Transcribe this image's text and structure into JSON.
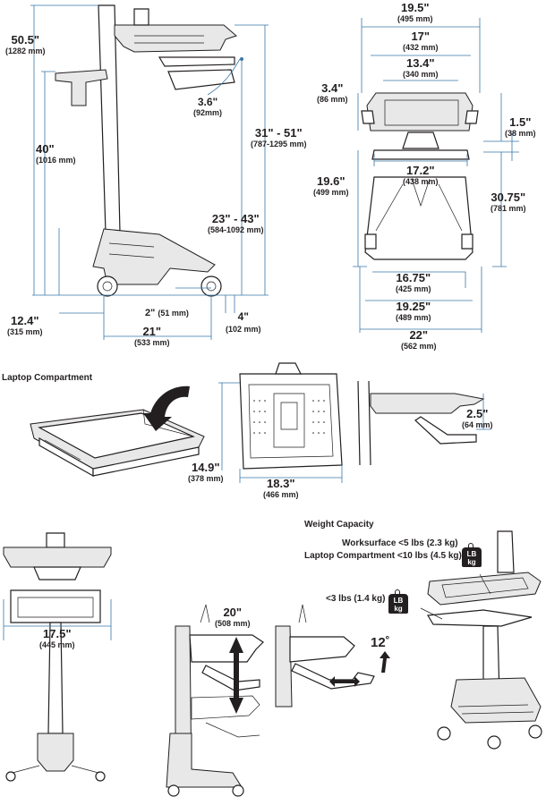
{
  "colors": {
    "dimension_line": "#3a78a8",
    "outline": "#231f20",
    "fill": "#e8e8e8"
  },
  "section_titles": {
    "laptop_compartment": "Laptop Compartment",
    "weight_capacity": "Weight Capacity"
  },
  "side_view": {
    "total_height": {
      "in": "50.5\"",
      "mm": "(1282 mm)"
    },
    "handle_height": {
      "in": "40\"",
      "mm": "(1016 mm)"
    },
    "tray_drop": {
      "in": "3.6\"",
      "mm": "(92mm)"
    },
    "worksurface_range": {
      "in": "31\" - 51\"",
      "mm": "(787-1295 mm)"
    },
    "keyboard_range": {
      "in": "23\" - 43\"",
      "mm": "(584-1092 mm)"
    },
    "wheel_offset": {
      "in": "2\"",
      "mm": "(51 mm)"
    },
    "rear_offset": {
      "in": "4\"",
      "mm": "(102 mm)"
    },
    "front_offset": {
      "in": "12.4\"",
      "mm": "(315 mm)"
    },
    "base_depth": {
      "in": "21\"",
      "mm": "(533 mm)"
    }
  },
  "front_view": {
    "outer_width": {
      "in": "19.5\"",
      "mm": "(495 mm)"
    },
    "width_17": {
      "in": "17\"",
      "mm": "(432 mm)"
    },
    "width_13_4": {
      "in": "13.4\"",
      "mm": "(340 mm)"
    },
    "rim_height": {
      "in": "3.4\"",
      "mm": "(86 mm)"
    },
    "tray_thickness": {
      "in": "1.5\"",
      "mm": "(38 mm)"
    },
    "tray_width": {
      "in": "17.2\"",
      "mm": "(438 mm)"
    },
    "column_height": {
      "in": "19.6\"",
      "mm": "(499 mm)"
    },
    "overall_depth": {
      "in": "30.75\"",
      "mm": "(781 mm)"
    },
    "base_inner": {
      "in": "16.75\"",
      "mm": "(425 mm)"
    },
    "base_mid": {
      "in": "19.25\"",
      "mm": "(489 mm)"
    },
    "base_outer": {
      "in": "22\"",
      "mm": "(562 mm)"
    }
  },
  "compartment": {
    "depth": {
      "in": "14.9\"",
      "mm": "(378 mm)"
    },
    "width": {
      "in": "18.3\"",
      "mm": "(466 mm)"
    },
    "drop": {
      "in": "2.5\"",
      "mm": "(64 mm)"
    }
  },
  "rear_view": {
    "width": {
      "in": "17.5\"",
      "mm": "(445 mm)"
    }
  },
  "adjust": {
    "travel": {
      "in": "20\"",
      "mm": "(508 mm)"
    },
    "tilt": "12˚"
  },
  "weights": {
    "worksurface": "Worksurface <5 lbs (2.3 kg)",
    "compartment": "Laptop Compartment <10 lbs (4.5 kg)",
    "keyboard": "<3 lbs (1.4 kg)",
    "badge_top": "LB",
    "badge_bottom": "kg"
  },
  "icons": [
    "weight-icon",
    "double-arrow-icon",
    "tilt-arrow-icon",
    "curved-arrow-icon"
  ]
}
